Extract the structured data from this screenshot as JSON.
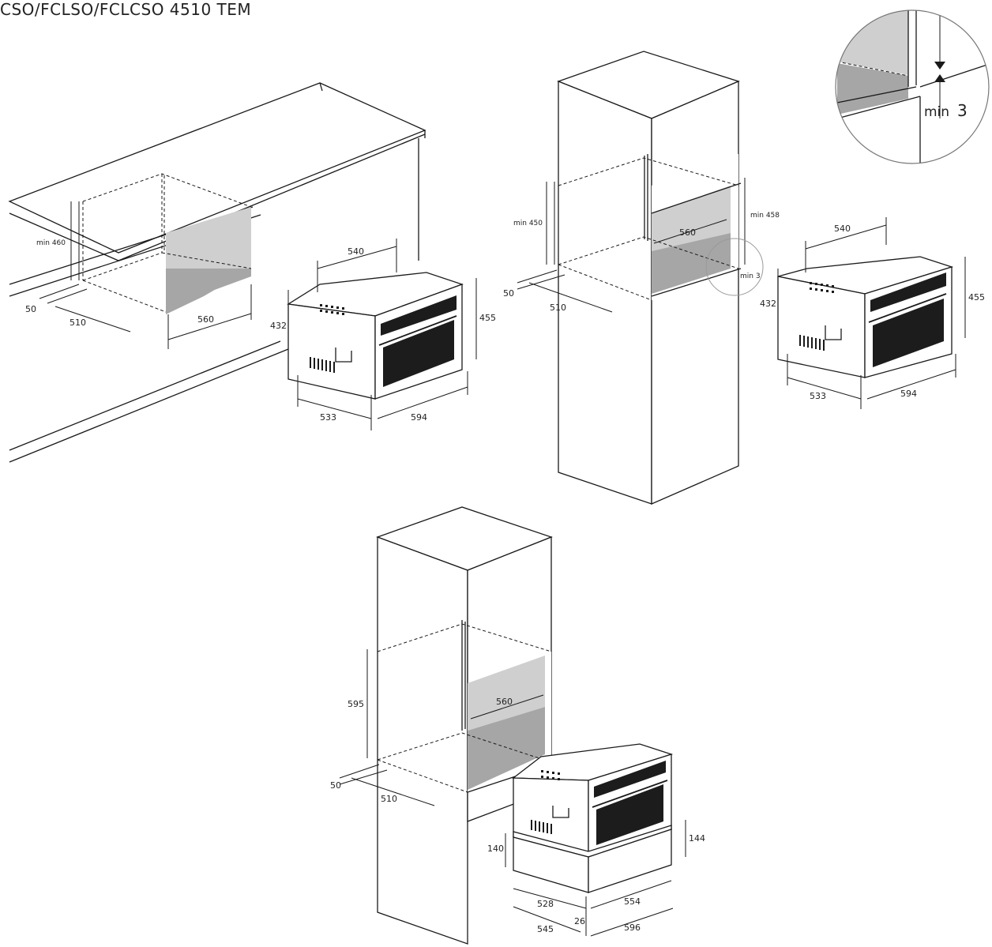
{
  "title": "CSO/FCLSO/FCLCSO 4510 TEM",
  "detail": {
    "min_prefix": "min",
    "min_value": "3"
  },
  "fig_left": {
    "cabinet_height": "min 460",
    "front_offset": "50",
    "cavity_depth": "510",
    "cavity_width": "560",
    "oven_top_depth": "540",
    "oven_body_height": "432",
    "oven_front_height": "455",
    "oven_depth": "533",
    "oven_width": "594"
  },
  "fig_right": {
    "cabinet_height": "min 450",
    "opening_height": "min 458",
    "cavity_width": "560",
    "gap": "min 3",
    "front_offset": "50",
    "cavity_depth": "510",
    "oven_top_depth": "540",
    "oven_body_height": "432",
    "oven_front_height": "455",
    "oven_depth": "533",
    "oven_width": "594"
  },
  "fig_bottom": {
    "cabinet_height": "595",
    "cavity_width": "560",
    "front_offset": "50",
    "cavity_depth": "510",
    "drawer_height": "140",
    "drawer_front_height": "144",
    "drawer_depth": "528",
    "drawer_width": "554",
    "total_depth": "545",
    "front_thickness": "26",
    "total_width": "596"
  }
}
